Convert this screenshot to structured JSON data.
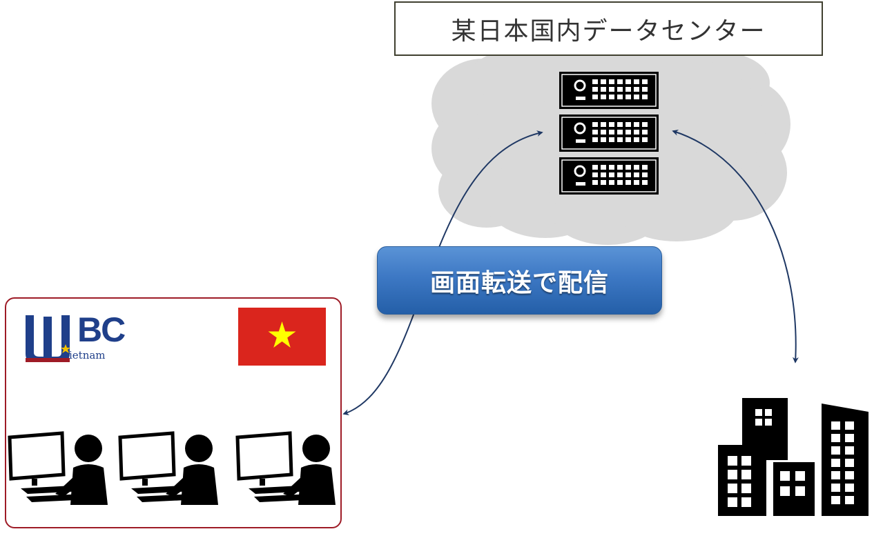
{
  "datacenter": {
    "title": "某日本国内データセンター"
  },
  "banner": {
    "label": "画面転送で配信"
  },
  "vietnam_office": {
    "logo_main": "BC",
    "logo_sub": "ietnam",
    "operator_count": 3
  },
  "colors": {
    "cloud": "#d9d9d9",
    "arrow": "#1f3864",
    "banner": "#3d78c4",
    "office_border": "#9e1b26",
    "flag_red": "#da251d",
    "flag_star": "#ffff00",
    "logo": "#1f3f8a"
  },
  "icons": {
    "cloud": "cloud-shape",
    "server": "server-rack-icon",
    "building": "office-building-icon",
    "operator": "person-at-computer-icon",
    "flag": "vietnam-flag-icon"
  }
}
